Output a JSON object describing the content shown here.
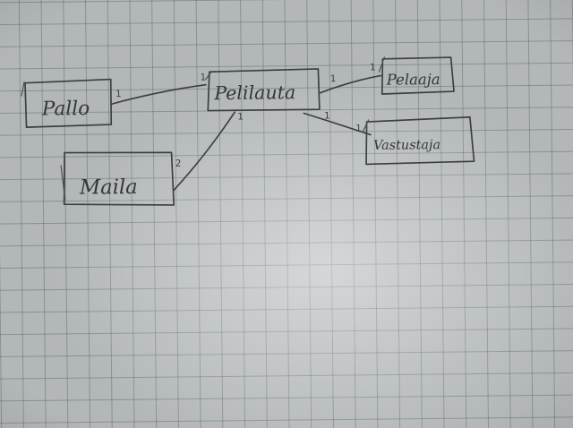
{
  "nodes": {
    "pallo": "Pallo",
    "pelilauta": "Pelilauta",
    "pelaaja": "Pelaaja",
    "vastustaja": "Vastustaja",
    "maila": "Maila"
  },
  "multiplicities": {
    "pallo_side": "1",
    "pelilauta_to_pallo": "1",
    "pelilauta_to_pelaaja": "1",
    "pelaaja_side": "1",
    "pelilauta_to_vastustaja": "1",
    "vastustaja_side": "1",
    "pelilauta_to_maila": "1",
    "maila_side": "2"
  },
  "ink_color": "#3a3d42",
  "paper_color": "#b3b7b8"
}
